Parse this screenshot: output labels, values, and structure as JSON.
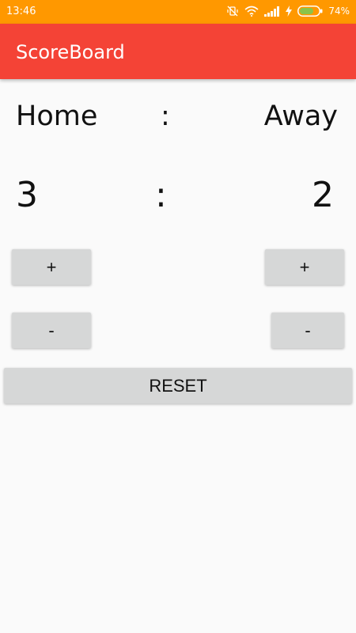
{
  "status_bar": {
    "time": "13:46",
    "battery_percent": "74%",
    "battery_level": 0.74,
    "icons": [
      "vibrate-off-icon",
      "wifi-icon",
      "signal-icon",
      "charging-icon",
      "battery-icon"
    ]
  },
  "app": {
    "title": "ScoreBoard",
    "colors": {
      "status_bar": "#ff9800",
      "toolbar": "#f44336",
      "button": "#d6d7d7",
      "background": "#fafafa"
    }
  },
  "teams": {
    "home_label": "Home",
    "away_label": "Away",
    "separator": ":"
  },
  "scores": {
    "home": "3",
    "away": "2",
    "separator": ":"
  },
  "buttons": {
    "home_plus": "+",
    "away_plus": "+",
    "home_minus": "-",
    "away_minus": "-",
    "reset": "RESET"
  }
}
